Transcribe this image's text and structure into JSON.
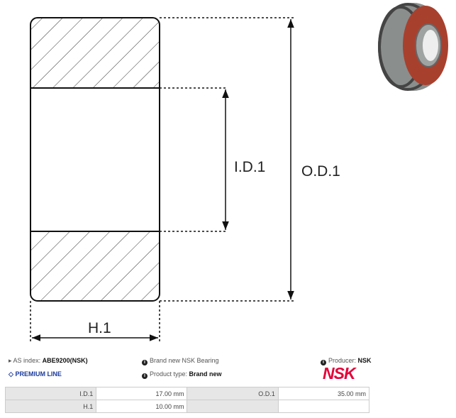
{
  "drawing": {
    "inner_label": "I.D.1",
    "outer_label": "O.D.1",
    "height_label": "H.1"
  },
  "product_image": {
    "name": "bearing-photo"
  },
  "info": {
    "as_index_label": "AS index:",
    "as_index_value": "ABE9200(NSK)",
    "premium_line": "PREMIUM LINE",
    "description": "Brand new NSK Bearing",
    "product_type_label": "Product type:",
    "product_type_value": "Brand new",
    "producer_label": "Producer:",
    "producer_value": "NSK",
    "logo_text": "NSK"
  },
  "specs": [
    [
      {
        "k": "I.D.1",
        "v": "17.00 mm"
      },
      {
        "k": "O.D.1",
        "v": "35.00 mm"
      }
    ],
    [
      {
        "k": "H.1",
        "v": "10.00 mm"
      },
      {
        "k": "",
        "v": ""
      }
    ]
  ],
  "colors": {
    "premium": "#1a3a9a",
    "brand": "#e4003a"
  }
}
